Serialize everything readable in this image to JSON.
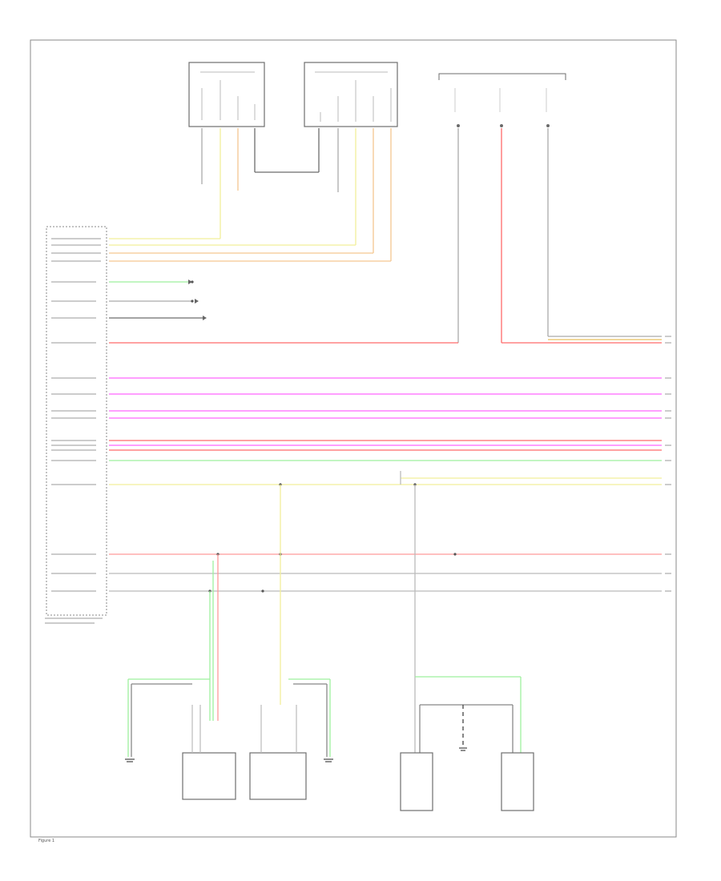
{
  "page": {
    "marker": "Figure 1"
  },
  "colors": {
    "frame": "#8a8a8a",
    "box": "#6e6e6e",
    "wire_gray": "#9a9a9a",
    "wire_yellow": "#f2ef9a",
    "wire_orange": "#f5c690",
    "wire_pink": "#ff66ff",
    "wire_red": "#ff6a6a",
    "wire_green": "#9ef09e",
    "wire_yellow_green": "#e6f0a0",
    "wire_black": "#6c6c6c"
  },
  "components": [
    {
      "id": "top-left-module"
    },
    {
      "id": "top-right-module"
    },
    {
      "id": "body-control-module"
    },
    {
      "id": "left-front-turn-lamp"
    },
    {
      "id": "right-front-turn-lamp"
    },
    {
      "id": "left-rear-stop-lamp"
    },
    {
      "id": "left-rear-backup-lamp"
    }
  ]
}
